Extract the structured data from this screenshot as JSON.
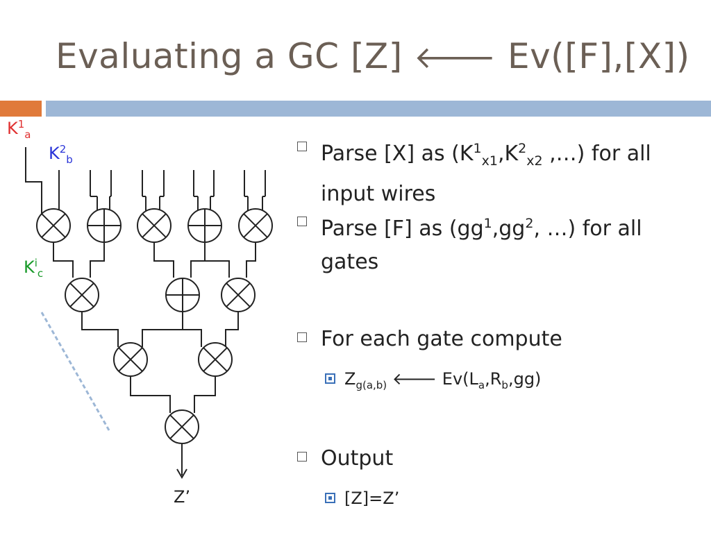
{
  "title": {
    "text": "Evaluating a GC [Z] ",
    "arrow": "🡐",
    "rest": " Ev([F],[X])"
  },
  "diagram": {
    "key_a": {
      "base": "K",
      "sup": "1",
      "sub": "a"
    },
    "key_b": {
      "base": "K",
      "sup": "2",
      "sub": "b"
    },
    "key_c": {
      "base": "K",
      "sup": "i",
      "sub": "c"
    },
    "output_label": "Z’",
    "gates_row1": [
      "and",
      "xor",
      "and",
      "xor",
      "and"
    ],
    "gates_row2": [
      "and",
      "xor",
      "and"
    ],
    "gates_row3": [
      "and",
      "and"
    ],
    "gates_row4": [
      "and"
    ],
    "colors": {
      "key_a": "#e03030",
      "key_b": "#2a35d8",
      "key_c": "#1a9a2a",
      "dashed": "#9db7d6"
    }
  },
  "bullets": {
    "parse_x": {
      "pre": "Parse [X] as (K",
      "sup1": "1",
      "sub1": "x1",
      "mid": ",K",
      "sup2": "2",
      "sub2": "x2",
      "post": " ,…) for all",
      "line2": "input wires"
    },
    "parse_f": {
      "pre": "Parse [F] as (gg",
      "sup1": "1",
      "mid": ",gg",
      "sup2": "2",
      "post": ", …) for all",
      "line2": "gates"
    },
    "each_gate": {
      "text": "For each gate compute",
      "sub_item": {
        "z": "Z",
        "z_sub": "g(a,b)",
        "arrow": " 🡐 ",
        "ev": "Ev(L",
        "l_sub": "a",
        "comma_r": ",R",
        "r_sub": "b",
        "post": ",gg)"
      }
    },
    "output": {
      "text": "Output",
      "sub_item": "[Z]=Z’"
    }
  }
}
